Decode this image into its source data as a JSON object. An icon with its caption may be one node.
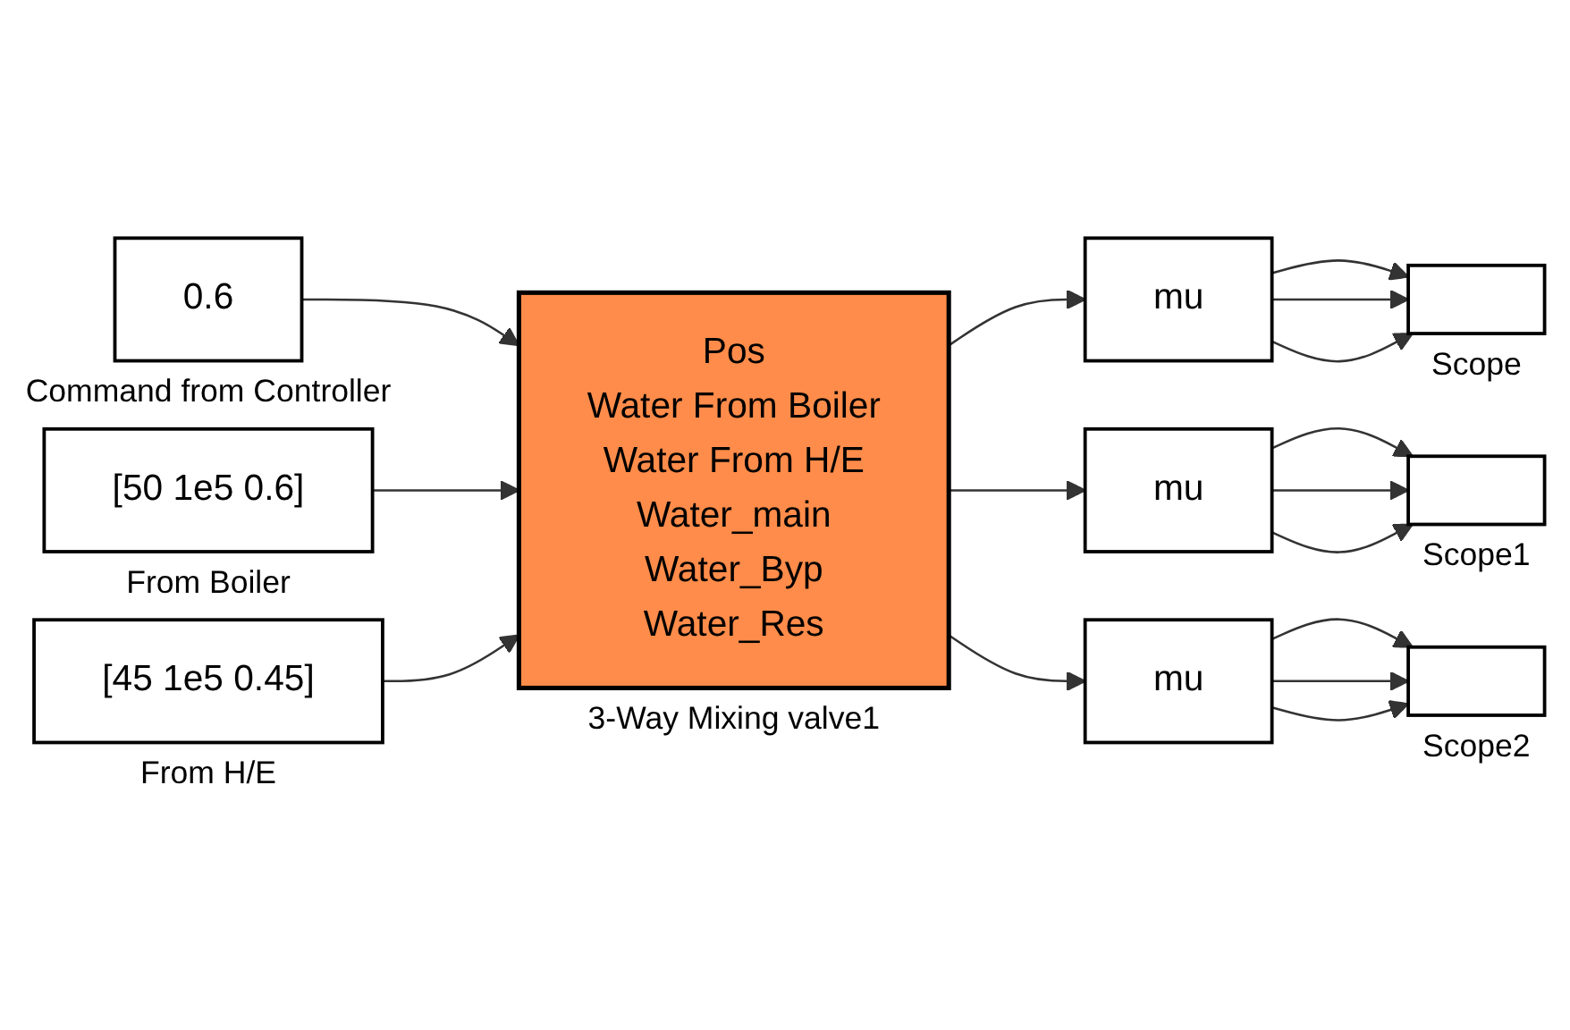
{
  "diagram": {
    "nodes": [
      {
        "text": [
          "0.6"
        ],
        "beside": [
          "Command from Controller"
        ]
      },
      {
        "text": [
          "[50 1e5 0.6]"
        ],
        "beside": [
          "From Boiler"
        ]
      },
      {
        "text": [
          "[45 1e5 0.45]"
        ],
        "beside": [
          "From H/E"
        ]
      },
      {
        "text": [
          "Pos",
          "Water From Boiler",
          "Water From H/E",
          "Water_main",
          "Water_Byp",
          "Water_Res"
        ],
        "beside": [
          "3-Way Mixing valve1"
        ]
      },
      {
        "text": [
          "mu"
        ]
      },
      {
        "text": [],
        "shape": "box",
        "beside": [
          "Scope"
        ]
      },
      {
        "text": [
          "mu"
        ]
      },
      {
        "text": [],
        "shape": "box",
        "beside": [
          "Scope1"
        ]
      },
      {
        "text": [
          "mu"
        ]
      },
      {
        "text": [],
        "shape": "box",
        "beside": [
          "Scope2"
        ]
      }
    ],
    "edges": [
      {
        "from": 0,
        "to": 3,
        "arrow": "to"
      },
      {
        "from": 1,
        "to": 3,
        "arrow": "to"
      },
      {
        "from": 2,
        "to": 3,
        "arrow": "to"
      },
      {
        "from": 3,
        "to": 4,
        "arrow": "to"
      },
      {
        "from": 4,
        "to": 5,
        "arrow": "to"
      },
      {
        "from": 4,
        "to": 5,
        "arrow": "to"
      },
      {
        "from": 4,
        "to": 5,
        "arrow": "to"
      },
      {
        "from": 3,
        "to": 6,
        "arrow": "to"
      },
      {
        "from": 6,
        "to": 7,
        "arrow": "to"
      },
      {
        "from": 6,
        "to": 7,
        "arrow": "to"
      },
      {
        "from": 6,
        "to": 7,
        "arrow": "to"
      },
      {
        "from": 3,
        "to": 8,
        "arrow": "to"
      },
      {
        "from": 8,
        "to": 9,
        "arrow": "to"
      },
      {
        "from": 8,
        "to": 9,
        "arrow": "to"
      },
      {
        "from": 8,
        "to": 9,
        "arrow": "to"
      }
    ]
  }
}
